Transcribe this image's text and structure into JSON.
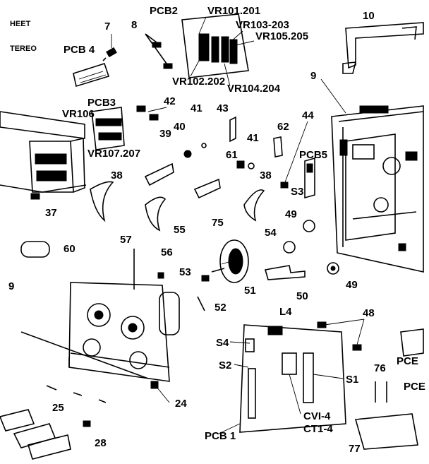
{
  "diagram": {
    "corner_text": [
      "HEET",
      "TEREO"
    ],
    "labels": {
      "n7": "7",
      "pcb4": "PCB 4",
      "n8": "8",
      "pcb2": "PCB2",
      "vr101": "VR101.201",
      "vr103": "VR103-203",
      "vr105": "VR105.205",
      "vr102": "VR102.202",
      "vr104": "VR104.204",
      "n10": "10",
      "n9a": "9",
      "pcb3": "PCB3",
      "n42": "42",
      "vr106": "VR106",
      "vr107": "VR107.207",
      "n41a": "41",
      "n43": "43",
      "n40": "40",
      "n39": "39",
      "n44": "44",
      "n62": "62",
      "n41b": "41",
      "n61": "61",
      "pcb5": "PCB5",
      "n38a": "38",
      "n38b": "38",
      "s3": "S3",
      "n37": "37",
      "n55": "55",
      "n75": "75",
      "n49a": "49",
      "n54": "54",
      "n60": "60",
      "n57": "57",
      "n56": "56",
      "n9b": "9",
      "n53": "53",
      "n51": "51",
      "n50": "50",
      "n49b": "49",
      "n52": "52",
      "l4": "L4",
      "n48": "48",
      "s4": "S4",
      "s2": "S2",
      "s1": "S1",
      "n76": "76",
      "pce1": "PCE",
      "pce2": "PCE",
      "cvi4": "CVI-4",
      "cti4": "CT1-4",
      "n25": "25",
      "n24": "24",
      "pcb1": "PCB 1",
      "n28": "28",
      "n77": "77"
    }
  }
}
